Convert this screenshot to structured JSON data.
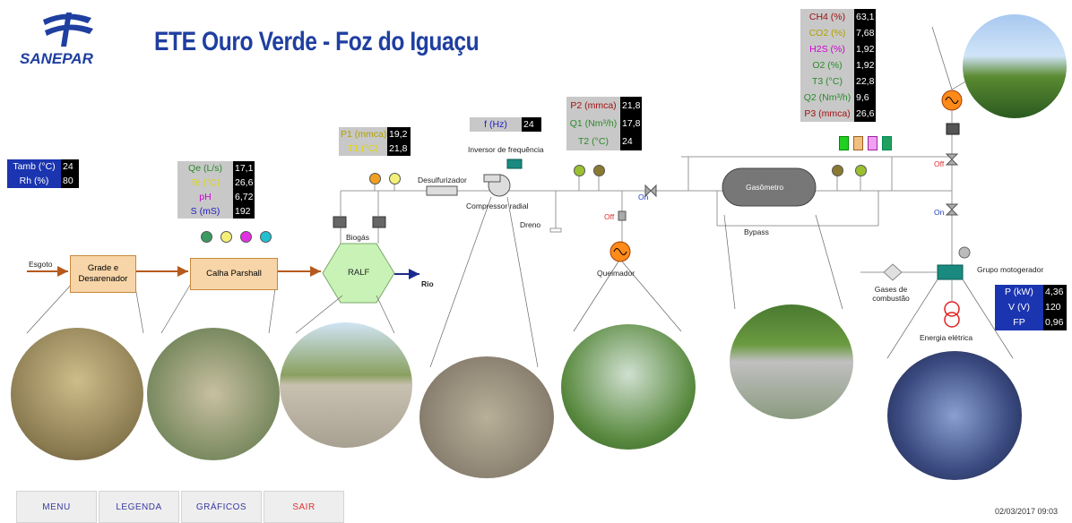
{
  "header": {
    "logo_text": "SANEPAR",
    "title": "ETE Ouro Verde - Foz do Iguaçu"
  },
  "ambient": [
    {
      "label": "Tamb (°C)",
      "value": "24"
    },
    {
      "label": "Rh (%)",
      "value": "80"
    }
  ],
  "parshall_panel": [
    {
      "label": "Qe (L/s)",
      "value": "17,1",
      "color": "#2a8a2a"
    },
    {
      "label": "Te (°C)",
      "value": "26,6",
      "color": "#e0d800"
    },
    {
      "label": "pH",
      "value": "6,72",
      "color": "#d000d0"
    },
    {
      "label": "S (mS)",
      "value": "192",
      "color": "#2020c0"
    }
  ],
  "p1_panel": [
    {
      "label": "P1 (mmca)",
      "value": "19,2",
      "color": "#b0a000"
    },
    {
      "label": "T1 (°C)",
      "value": "21,8",
      "color": "#e0d800"
    }
  ],
  "freq_panel": [
    {
      "label": "f (Hz)",
      "value": "24",
      "color": "#2020c0"
    }
  ],
  "p2_panel": [
    {
      "label": "P2 (mmca)",
      "value": "21,8",
      "color": "#a01010"
    },
    {
      "label": "Q1 (Nm³/h)",
      "value": "17,8",
      "color": "#2a8a2a"
    },
    {
      "label": "T2 (°C)",
      "value": "24",
      "color": "#2a8a2a"
    }
  ],
  "gas_panel": [
    {
      "label": "CH4 (%)",
      "value": "63,1",
      "color": "#a01010"
    },
    {
      "label": "CO2 (%)",
      "value": "7,68",
      "color": "#b0a000"
    },
    {
      "label": "H2S (%)",
      "value": "1,92",
      "color": "#d000d0"
    },
    {
      "label": "O2 (%)",
      "value": "1,92",
      "color": "#2a8a2a"
    },
    {
      "label": "T3 (°C)",
      "value": "22,8",
      "color": "#2a8a2a"
    },
    {
      "label": "Q2 (Nm³/h)",
      "value": "9,6",
      "color": "#2a8a2a"
    },
    {
      "label": "P3 (mmca)",
      "value": "26,6",
      "color": "#a01010"
    }
  ],
  "power_panel": [
    {
      "label": "P (kW)",
      "value": "4,36"
    },
    {
      "label": "V (V)",
      "value": "120"
    },
    {
      "label": "FP",
      "value": "0,96"
    }
  ],
  "process": {
    "esgoto": "Esgoto",
    "grade": "Grade e Desarenador",
    "calha": "Calha Parshall",
    "ralf": "RALF",
    "rio": "Rio",
    "biogas": "Biogás",
    "desulfurizador": "Desulfurizador",
    "inversor": "Inversor de frequência",
    "compressor": "Compressor radial",
    "dreno": "Dreno",
    "queimador": "Queimador",
    "gasometro": "Gasômetro",
    "bypass": "Bypass",
    "gases": "Gases de combustão",
    "grupo": "Grupo motogerador",
    "energia": "Energia elétrica",
    "on": "On",
    "off": "Off"
  },
  "footer": {
    "menu": "MENU",
    "legenda": "LEGENDA",
    "graficos": "GRÁFICOS",
    "sair": "SAIR",
    "timestamp": "02/03/2017 09:03"
  },
  "colors": {
    "brand_blue": "#1f3fa0",
    "sewage_brown": "#b55a1e",
    "ralf_green": "#c9f2b6",
    "sair_red": "#e03030"
  }
}
